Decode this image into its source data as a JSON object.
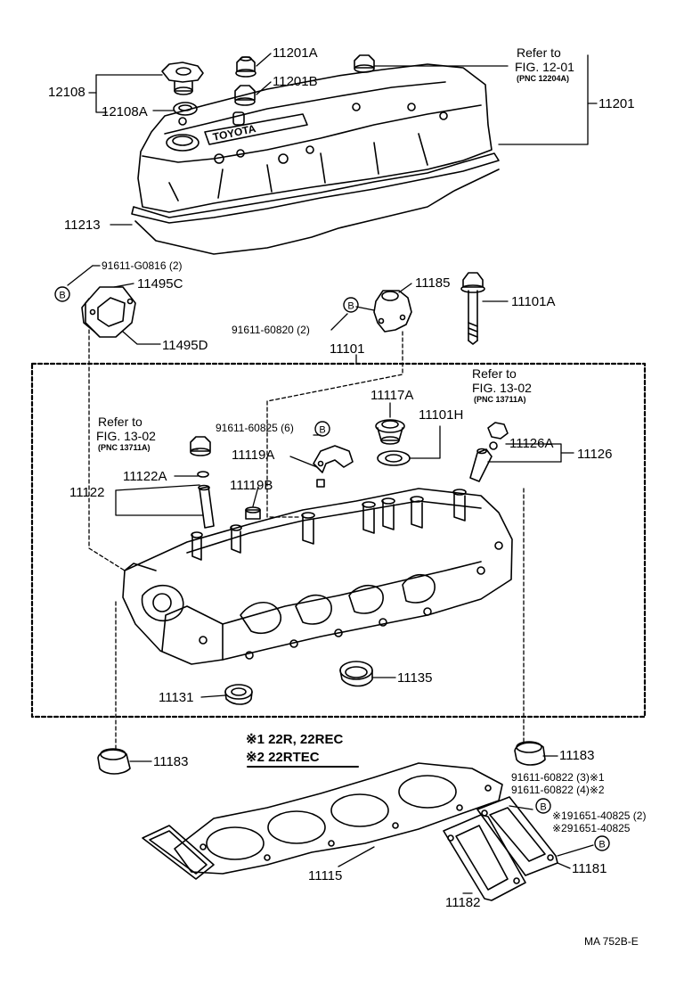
{
  "labels": {
    "p11201A": "11201A",
    "p11201B": "11201B",
    "p12108": "12108",
    "p12108A": "12108A",
    "ref_cover_title": "Refer to",
    "ref_cover_fig": "FIG. 12-01",
    "ref_cover_pnc": "(PNC 12204A)",
    "p11201": "11201",
    "p11213": "11213",
    "b_91611_G0816": "91611-G0816 (2)",
    "p11495C": "11495C",
    "p11495D": "11495D",
    "p11185": "11185",
    "b_91611_60820": "91611-60820 (2)",
    "p11101A": "11101A",
    "p11101": "11101",
    "ref_valve_title": "Refer to",
    "ref_valve_fig": "FIG. 13-02",
    "ref_valve_pnc": "(PNC 13711A)",
    "p11117A": "11117A",
    "p11101H": "11101H",
    "p11126A": "11126A",
    "p11126": "11126",
    "ref_left_title": "Refer to",
    "ref_left_fig": "FIG. 13-02",
    "ref_left_pnc": "(PNC 13711A)",
    "b_91611_60825": "91611-60825 (6)",
    "p11119A": "11119A",
    "p11122A": "11122A",
    "p11122": "11122",
    "p11119B": "11119B",
    "p11135": "11135",
    "p11131": "11131",
    "p11183_left": "11183",
    "p11183_right": "11183",
    "legend_1": "※1 22R, 22REC",
    "legend_2": "※2 22RTEC",
    "b_91611_60822_a": "91611-60822 (3)※1",
    "b_91611_60822_b": "91611-60822 (4)※2",
    "b_191651": "※191651-40825 (2)",
    "b_291651": "※291651-40825",
    "p11181": "11181",
    "p11115": "11115",
    "p11182": "11182",
    "drawing_code": "MA 752B-E"
  },
  "markers": {
    "bolt_marker": "B"
  },
  "colors": {
    "ink": "#000000",
    "paper": "#ffffff"
  }
}
